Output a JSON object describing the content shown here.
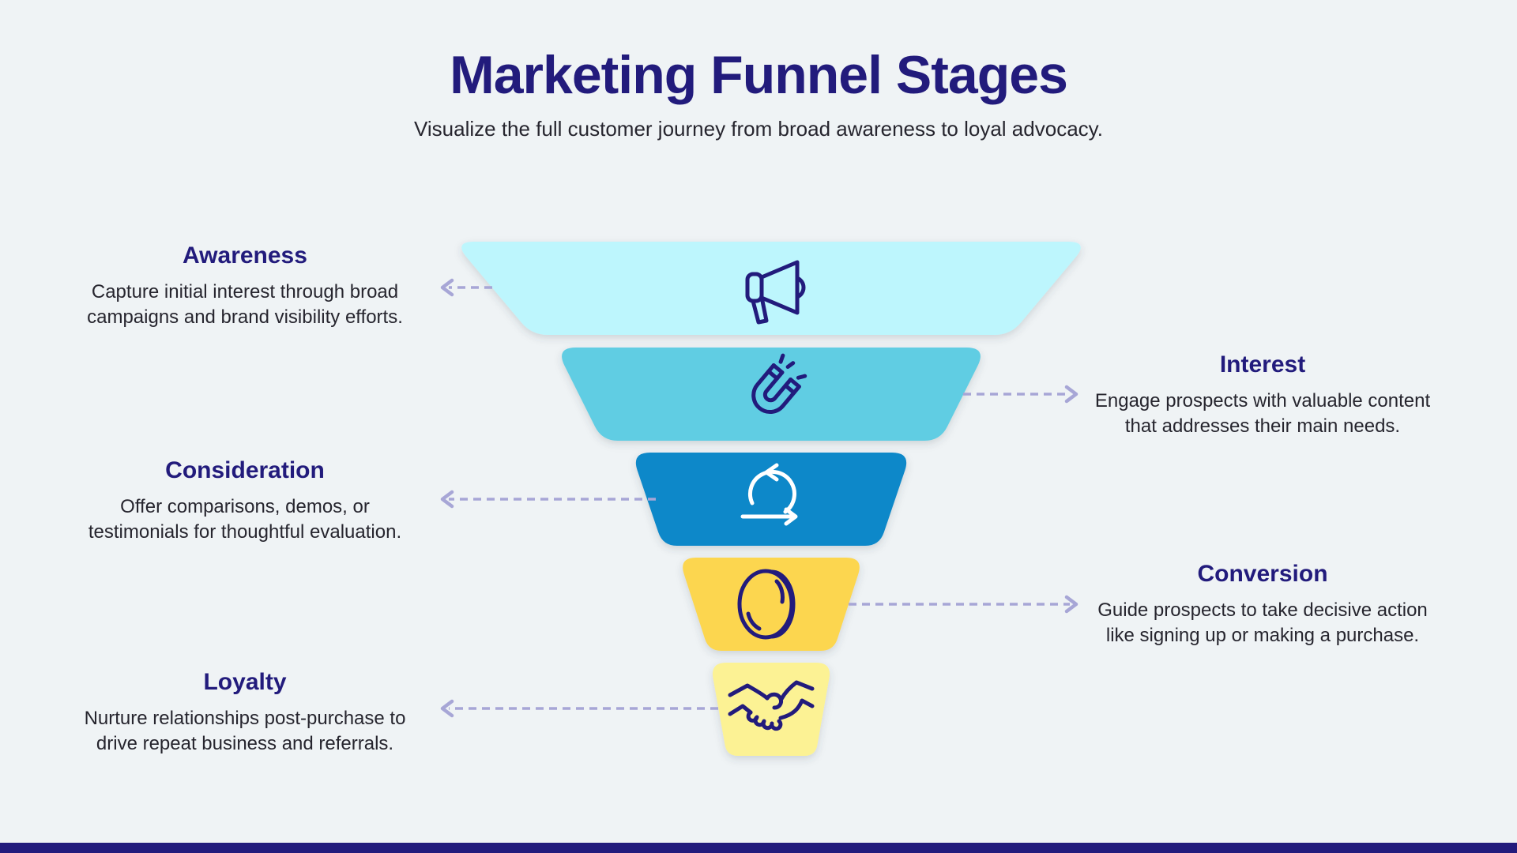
{
  "page": {
    "title": "Marketing Funnel Stages",
    "subtitle": "Visualize the full customer journey from broad awareness to loyal advocacy."
  },
  "colors": {
    "background": "#eff3f5",
    "navy": "#221b7c",
    "body_text": "#26252e",
    "arrow": "#a7a6d6"
  },
  "funnel": {
    "stages": [
      {
        "name": "Awareness",
        "description": "Capture initial interest through broad\ncampaigns and brand visibility efforts.",
        "color": "#bdf6fd",
        "icon": "megaphone-icon",
        "label_side": "left"
      },
      {
        "name": "Interest",
        "description": "Engage prospects with valuable content\nthat addresses their main needs.",
        "color": "#60cde3",
        "icon": "magnet-icon",
        "label_side": "right"
      },
      {
        "name": "Consideration",
        "description": "Offer comparisons, demos, or\ntestimonials for thoughtful evaluation.",
        "color": "#1088c9",
        "icon": "iteration-icon",
        "label_side": "left"
      },
      {
        "name": "Conversion",
        "description": "Guide prospects to take decisive action\nlike signing up or making a purchase.",
        "color": "#fcd650",
        "icon": "coin-icon",
        "label_side": "right"
      },
      {
        "name": "Loyalty",
        "description": "Nurture relationships post-purchase to\ndrive repeat business and referrals.",
        "color": "#fcf294",
        "icon": "handshake-icon",
        "label_side": "left"
      }
    ]
  }
}
